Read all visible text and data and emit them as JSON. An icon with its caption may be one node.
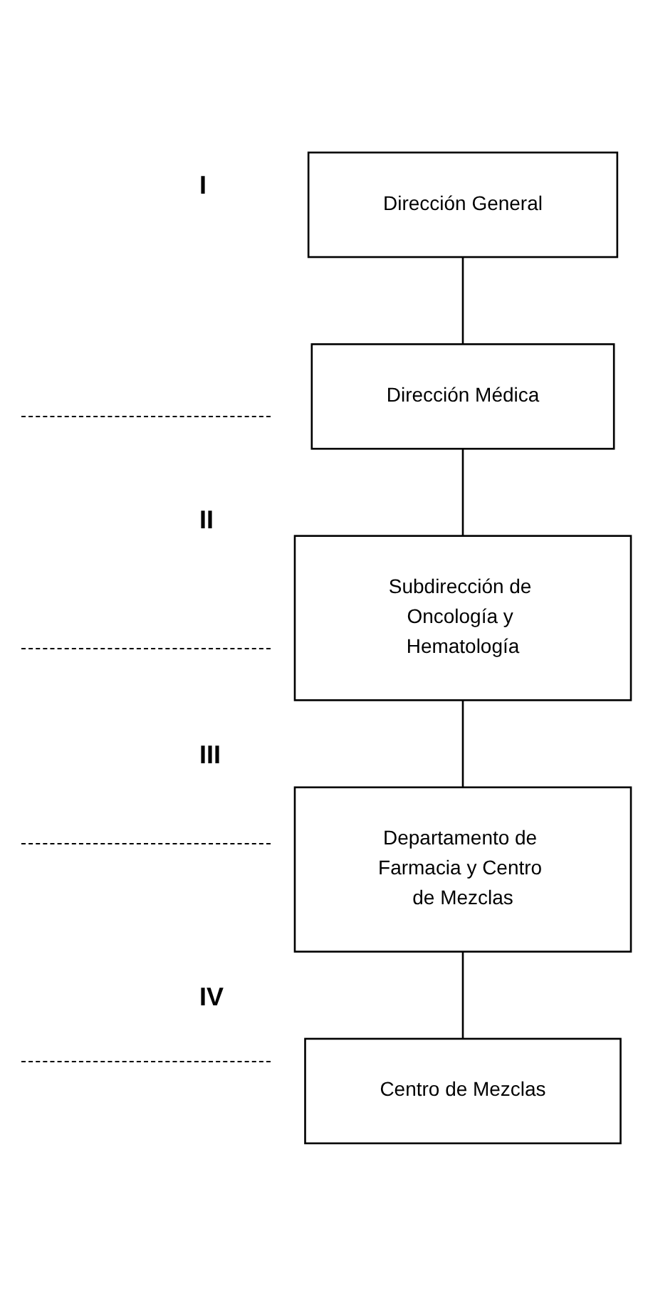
{
  "diagram": {
    "nodes": [
      {
        "text": [
          "Dirección General"
        ]
      },
      {
        "text": [
          "Dirección Médica"
        ]
      },
      {
        "text": [
          "Subdirección de Oncología y Hematología"
        ]
      },
      {
        "text": [
          "Departamento de Farmacia y Centro de Mezclas"
        ]
      },
      {
        "text": [
          "Centro de Mezclas"
        ]
      }
    ],
    "edges": [
      {
        "from": 0,
        "to": 1,
        "arrow": "none"
      },
      {
        "from": 1,
        "to": 2,
        "arrow": "none"
      },
      {
        "from": 2,
        "to": 3,
        "arrow": "none"
      },
      {
        "from": 3,
        "to": 4,
        "arrow": "none"
      }
    ],
    "labels": [
      "I",
      "II",
      "III",
      "IV"
    ]
  }
}
